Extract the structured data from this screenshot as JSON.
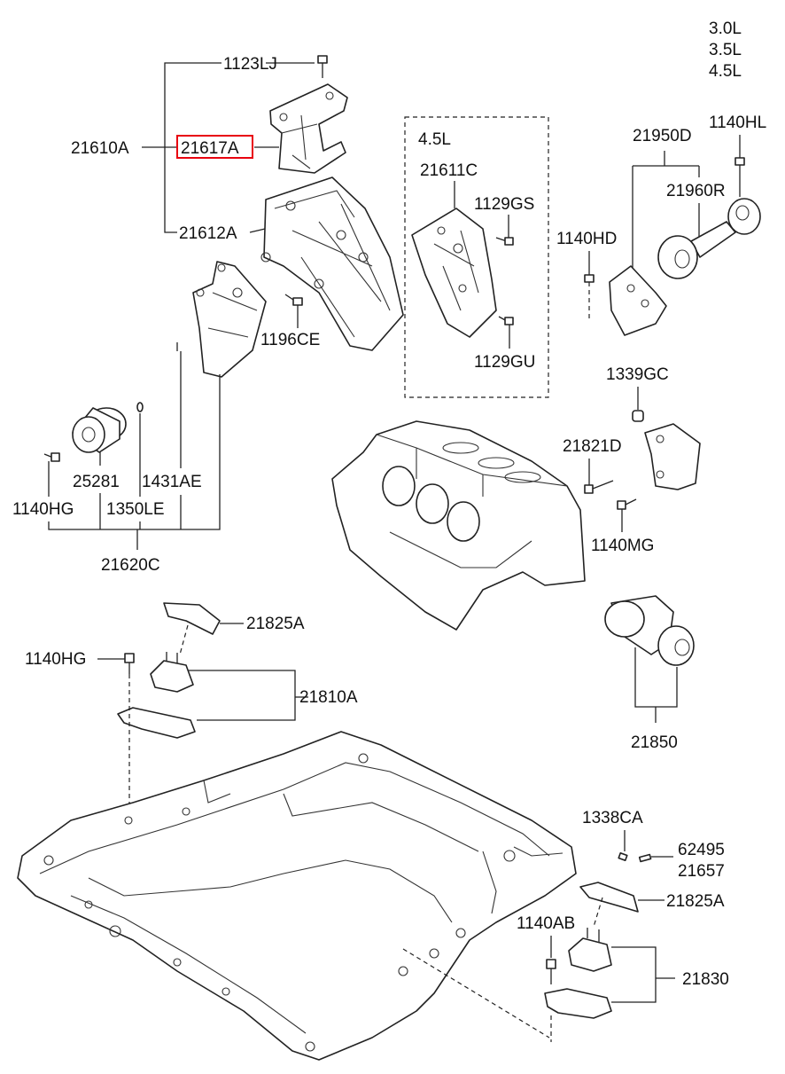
{
  "engine_variants": [
    "3.0L",
    "3.5L",
    "4.5L"
  ],
  "labels": {
    "p1123LJ": "1123LJ",
    "p21610A": "21610A",
    "p21617A": "21617A",
    "p21612A": "21612A",
    "p1196CE": "1196CE",
    "group_4_5L": "4.5L",
    "p21611C": "21611C",
    "p1129GS": "1129GS",
    "p1129GU": "1129GU",
    "p21950D": "21950D",
    "p1140HL": "1140HL",
    "p21960R": "21960R",
    "p1140HD": "1140HD",
    "p1339GC": "1339GC",
    "p21821D": "21821D",
    "p1140MG": "1140MG",
    "p25281": "25281",
    "p1431AE": "1431AE",
    "p1140HG_a": "1140HG",
    "p1350LE": "1350LE",
    "p21620C": "21620C",
    "p21825A_a": "21825A",
    "p1140HG_b": "1140HG",
    "p21810A": "21810A",
    "p21850": "21850",
    "p1338CA": "1338CA",
    "p62495": "62495",
    "p21657": "21657",
    "p21825A_b": "21825A",
    "p1140AB": "1140AB",
    "p21830": "21830"
  },
  "highlight_color": "#e8000f"
}
